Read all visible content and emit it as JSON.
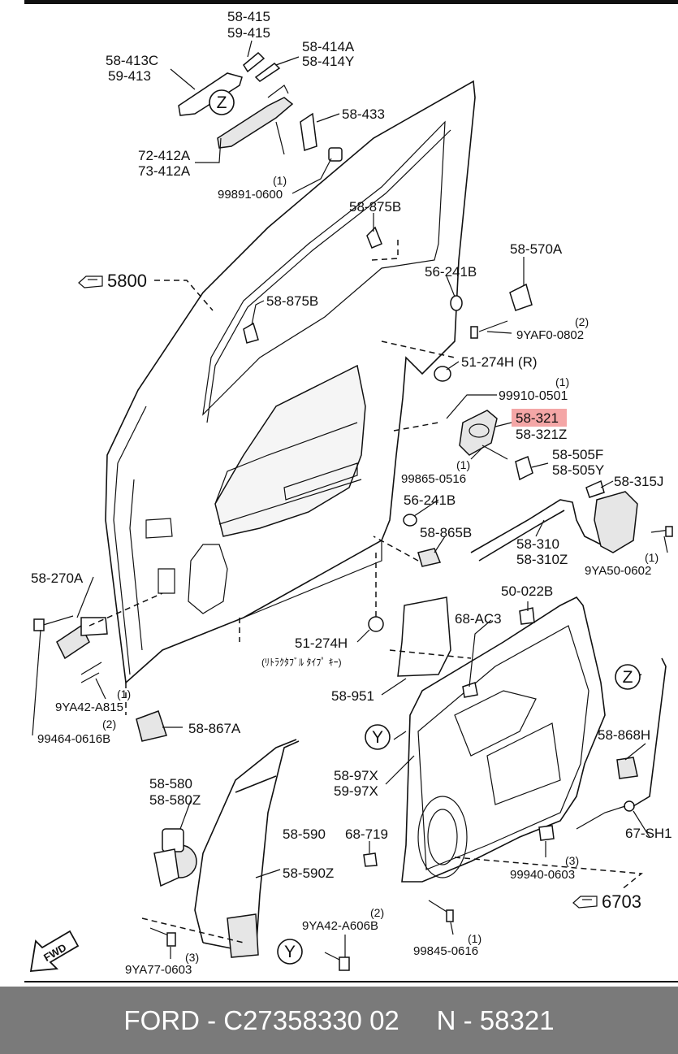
{
  "diagram": {
    "callouts": [
      {
        "id": "c1",
        "lines": [
          "58-415",
          "59-415"
        ]
      },
      {
        "id": "c2",
        "lines": [
          "58-414A",
          "58-414Y"
        ]
      },
      {
        "id": "c3",
        "lines": [
          "58-413C",
          "59-413"
        ]
      },
      {
        "id": "c4",
        "lines": [
          "58-433"
        ]
      },
      {
        "id": "c5",
        "lines": [
          "72-412A",
          "73-412A"
        ]
      },
      {
        "id": "c6",
        "lines": [
          "(1)",
          "99891-0600"
        ]
      },
      {
        "id": "c7",
        "lines": [
          "58-875B"
        ]
      },
      {
        "id": "c8",
        "lines": [
          "58-570A"
        ]
      },
      {
        "id": "c9",
        "lines": [
          "56-241B"
        ]
      },
      {
        "id": "c10",
        "lines": [
          "(2)",
          "9YAF0-0802"
        ]
      },
      {
        "id": "c11",
        "lines": [
          "58-875B"
        ]
      },
      {
        "id": "c12",
        "lines": [
          "51-274H (R)"
        ]
      },
      {
        "id": "c13",
        "lines": [
          "(1)",
          "99910-0501"
        ]
      },
      {
        "id": "c14",
        "lines": [
          "58-321",
          "58-321Z"
        ]
      },
      {
        "id": "c15",
        "lines": [
          "58-505F",
          "58-505Y"
        ]
      },
      {
        "id": "c16",
        "lines": [
          "(1)",
          "99865-0516"
        ]
      },
      {
        "id": "c17",
        "lines": [
          "58-315J"
        ]
      },
      {
        "id": "c18",
        "lines": [
          "56-241B"
        ]
      },
      {
        "id": "c19",
        "lines": [
          "58-865B"
        ]
      },
      {
        "id": "c20",
        "lines": [
          "58-310",
          "58-310Z"
        ]
      },
      {
        "id": "c21",
        "lines": [
          "(1)",
          "9YA50-0602"
        ]
      },
      {
        "id": "c22",
        "lines": [
          "58-270A"
        ]
      },
      {
        "id": "c23",
        "lines": [
          "50-022B"
        ]
      },
      {
        "id": "c24",
        "lines": [
          "68-AC3"
        ]
      },
      {
        "id": "c25",
        "lines": [
          "51-274H",
          "(ﾘﾄﾗｸﾀﾌﾞﾙ ﾀｲﾌﾟ ｷｰ)"
        ]
      },
      {
        "id": "c26",
        "lines": [
          "58-951"
        ]
      },
      {
        "id": "c27",
        "lines": [
          "(1)",
          "9YA42-A815"
        ]
      },
      {
        "id": "c28",
        "lines": [
          "(2)",
          "99464-0616B"
        ]
      },
      {
        "id": "c29",
        "lines": [
          "58-867A"
        ]
      },
      {
        "id": "c30",
        "lines": [
          "58-868H"
        ]
      },
      {
        "id": "c31",
        "lines": [
          "58-97X",
          "59-97X"
        ]
      },
      {
        "id": "c32",
        "lines": [
          "58-580",
          "58-580Z"
        ]
      },
      {
        "id": "c33",
        "lines": [
          "58-590",
          "58-590Z"
        ]
      },
      {
        "id": "c34",
        "lines": [
          "68-719"
        ]
      },
      {
        "id": "c35",
        "lines": [
          "(3)",
          "99940-0603"
        ]
      },
      {
        "id": "c36",
        "lines": [
          "67-SH1"
        ]
      },
      {
        "id": "c37",
        "lines": [
          "(2)",
          "9YA42-A606B"
        ]
      },
      {
        "id": "c38",
        "lines": [
          "(1)",
          "99845-0616"
        ]
      },
      {
        "id": "c39",
        "lines": [
          "(3)",
          "9YA77-0603"
        ]
      }
    ],
    "refs": {
      "r5800": "5800",
      "r6703": "6703"
    },
    "circle_letters": {
      "z1": "Z",
      "z2": "Z",
      "y1": "Y",
      "y2": "Y"
    },
    "fwd_label": "FWD",
    "highlight_part": "58-321",
    "highlight_color": "#f4a6a6"
  },
  "footer": {
    "brand": "FORD",
    "part_number": "C27358330 02",
    "n_label": "N",
    "n_value": "58321",
    "background_color": "#7a7a7a"
  }
}
